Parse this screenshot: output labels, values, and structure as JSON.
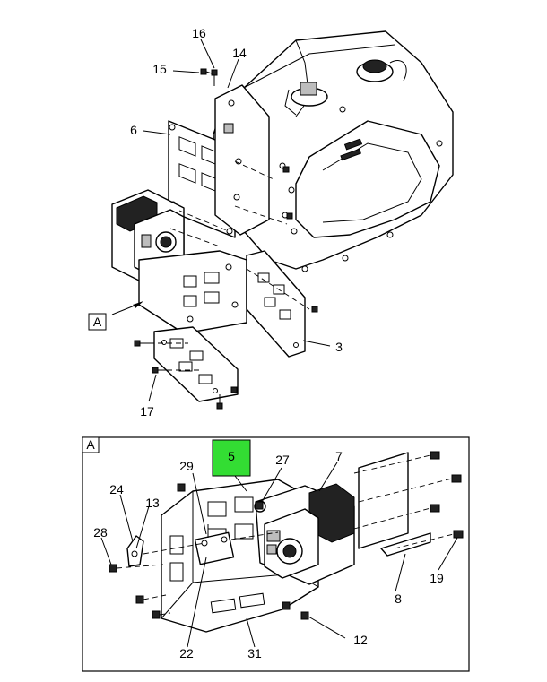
{
  "colors": {
    "highlight": "#33dd33",
    "line": "#000000",
    "background": "#ffffff"
  },
  "view_label": "A",
  "detail_label": "A",
  "callouts": {
    "c16": "16",
    "c14": "14",
    "c15": "15",
    "c6": "6",
    "c3": "3",
    "c17": "17",
    "c5": "5",
    "c27": "27",
    "c7": "7",
    "c29": "29",
    "c24": "24",
    "c13": "13",
    "c28": "28",
    "c19": "19",
    "c8": "8",
    "c12": "12",
    "c22": "22",
    "c31": "31"
  }
}
